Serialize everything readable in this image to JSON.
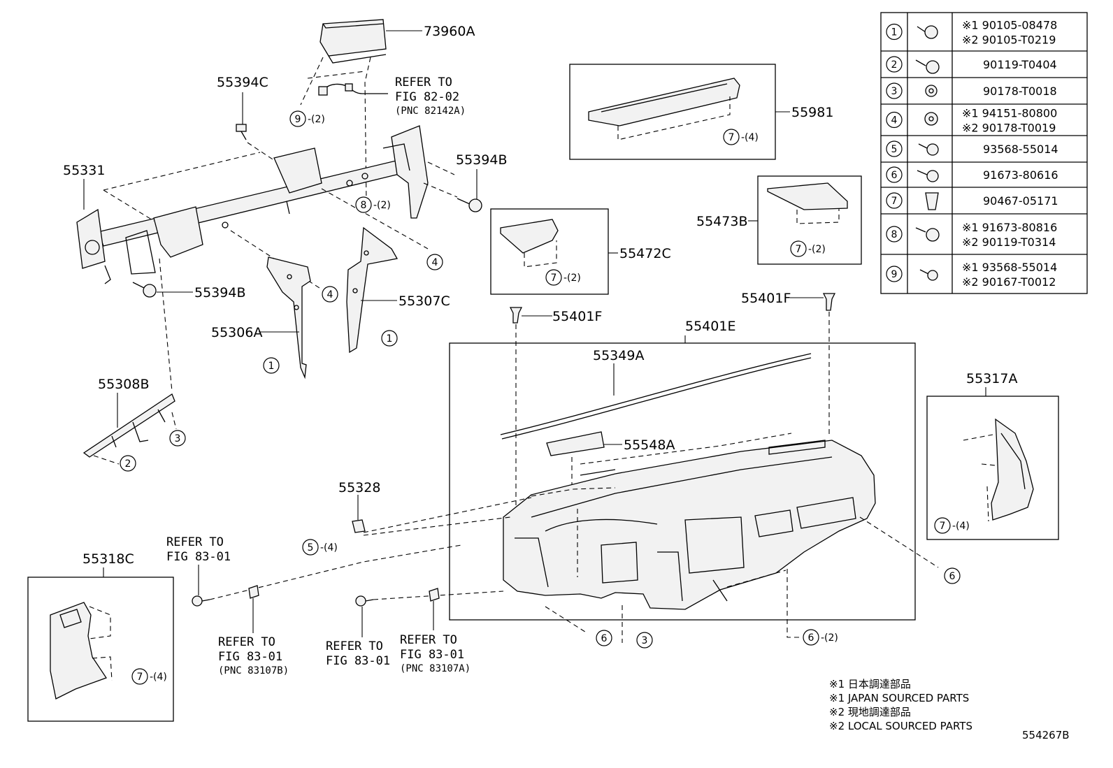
{
  "labels": {
    "p73960A": "73960A",
    "p55394C": "55394C",
    "p55331": "55331",
    "p55394B_top": "55394B",
    "p55394B_left": "55394B",
    "p55307C": "55307C",
    "p55306A": "55306A",
    "p55308B": "55308B",
    "p55981": "55981",
    "p55473B": "55473B",
    "p55472C": "55472C",
    "p55401F_left": "55401F",
    "p55401F_right": "55401F",
    "p55401E": "55401E",
    "p55349A": "55349A",
    "p55548A": "55548A",
    "p55317A": "55317A",
    "p55328": "55328",
    "p55318C": "55318C",
    "drawing_no": "554267B"
  },
  "refs": {
    "r1": {
      "line1": "REFER TO",
      "line2": "FIG 82-02",
      "pnc": "(PNC 82142A)"
    },
    "r2": {
      "line1": "REFER TO",
      "line2": "FIG 83-01"
    },
    "r3": {
      "line1": "REFER TO",
      "line2": "FIG 83-01",
      "pnc": "(PNC 83107B)"
    },
    "r4": {
      "line1": "REFER TO",
      "line2": "FIG 83-01"
    },
    "r5": {
      "line1": "REFER TO",
      "line2": "FIG 83-01",
      "pnc": "(PNC 83107A)"
    }
  },
  "callouts": [
    {
      "num": "9",
      "qty": "-(2)"
    },
    {
      "num": "8",
      "qty": "-(2)"
    },
    {
      "num": "4",
      "qty": ""
    },
    {
      "num": "4",
      "qty": ""
    },
    {
      "num": "1",
      "qty": ""
    },
    {
      "num": "1",
      "qty": ""
    },
    {
      "num": "3",
      "qty": ""
    },
    {
      "num": "2",
      "qty": ""
    },
    {
      "num": "7",
      "qty": "-(4)"
    },
    {
      "num": "7",
      "qty": "-(2)"
    },
    {
      "num": "7",
      "qty": "-(2)"
    },
    {
      "num": "5",
      "qty": "-(4)"
    },
    {
      "num": "6",
      "qty": ""
    },
    {
      "num": "3",
      "qty": ""
    },
    {
      "num": "6",
      "qty": "-(2)"
    },
    {
      "num": "6",
      "qty": ""
    },
    {
      "num": "7",
      "qty": "-(4)"
    },
    {
      "num": "7",
      "qty": "-(4)"
    }
  ],
  "fastener_table": [
    {
      "num": "1",
      "parts": [
        "※1 90105-08478",
        "※2 90105-T0219"
      ]
    },
    {
      "num": "2",
      "parts": [
        "90119-T0404"
      ]
    },
    {
      "num": "3",
      "parts": [
        "90178-T0018"
      ]
    },
    {
      "num": "4",
      "parts": [
        "※1 94151-80800",
        "※2 90178-T0019"
      ]
    },
    {
      "num": "5",
      "parts": [
        "93568-55014"
      ]
    },
    {
      "num": "6",
      "parts": [
        "91673-80616"
      ]
    },
    {
      "num": "7",
      "parts": [
        "90467-05171"
      ]
    },
    {
      "num": "8",
      "parts": [
        "※1 91673-80816",
        "※2 90119-T0314"
      ]
    },
    {
      "num": "9",
      "parts": [
        "※1 93568-55014",
        "※2 90167-T0012"
      ]
    }
  ],
  "notes": [
    "※1 日本調達部品",
    "※1 JAPAN SOURCED PARTS",
    "※2 現地調達部品",
    "※2 LOCAL SOURCED PARTS"
  ]
}
